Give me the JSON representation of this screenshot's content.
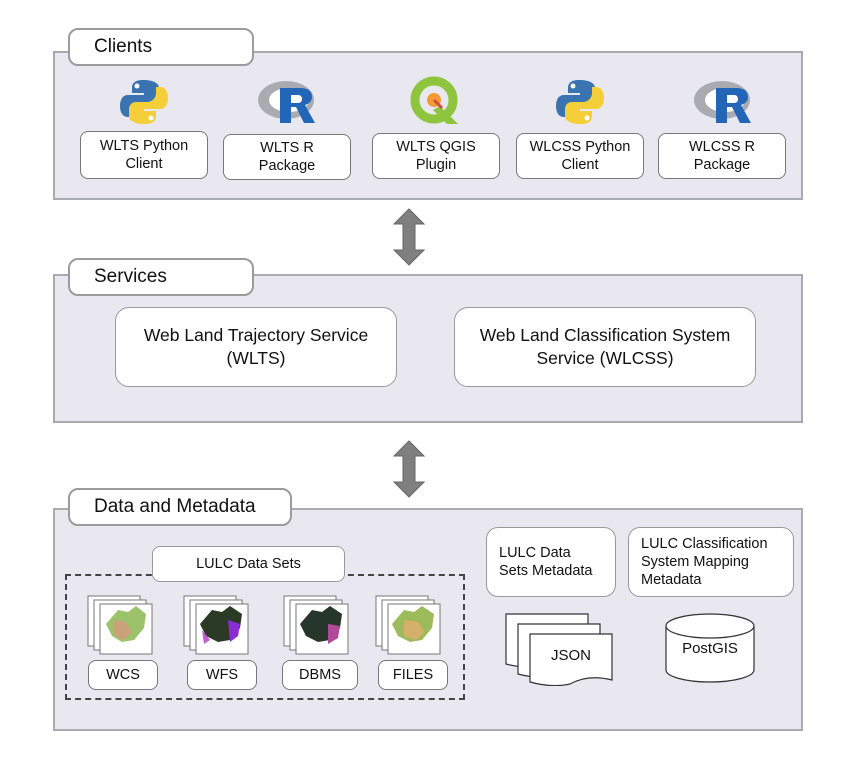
{
  "clients": {
    "title": "Clients",
    "items": [
      {
        "label": "WLTS Python\nClient",
        "icon": "python-logo-icon"
      },
      {
        "label": "WLTS R\nPackage",
        "icon": "r-logo-icon"
      },
      {
        "label": "WLTS QGIS\nPlugin",
        "icon": "qgis-logo-icon"
      },
      {
        "label": "WLCSS Python\nClient",
        "icon": "python-logo-icon"
      },
      {
        "label": "WLCSS R\nPackage",
        "icon": "r-logo-icon"
      }
    ]
  },
  "services": {
    "title": "Services",
    "items": [
      {
        "label": "Web Land Trajectory Service\n(WLTS)"
      },
      {
        "label": "Web Land Classification System\nService (WLCSS)"
      }
    ]
  },
  "data": {
    "title": "Data and Metadata",
    "lulc_title": "LULC Data Sets",
    "datasets": [
      {
        "label": "WCS"
      },
      {
        "label": "WFS"
      },
      {
        "label": "DBMS"
      },
      {
        "label": "FILES"
      }
    ],
    "metadata_boxes": [
      {
        "label": "LULC Data\nSets Metadata"
      },
      {
        "label": "LULC Classification\nSystem Mapping\nMetadata"
      }
    ],
    "json_label": "JSON",
    "postgis_label": "PostGIS"
  },
  "colors": {
    "section_bg": "#e9e8f0",
    "arrow": "#7f7f7f",
    "python_blue": "#3a74b0",
    "python_yellow": "#f5cf3a",
    "r_blue": "#2366b8",
    "r_gray": "#a9abb0",
    "qgis_green": "#8fc43f"
  }
}
